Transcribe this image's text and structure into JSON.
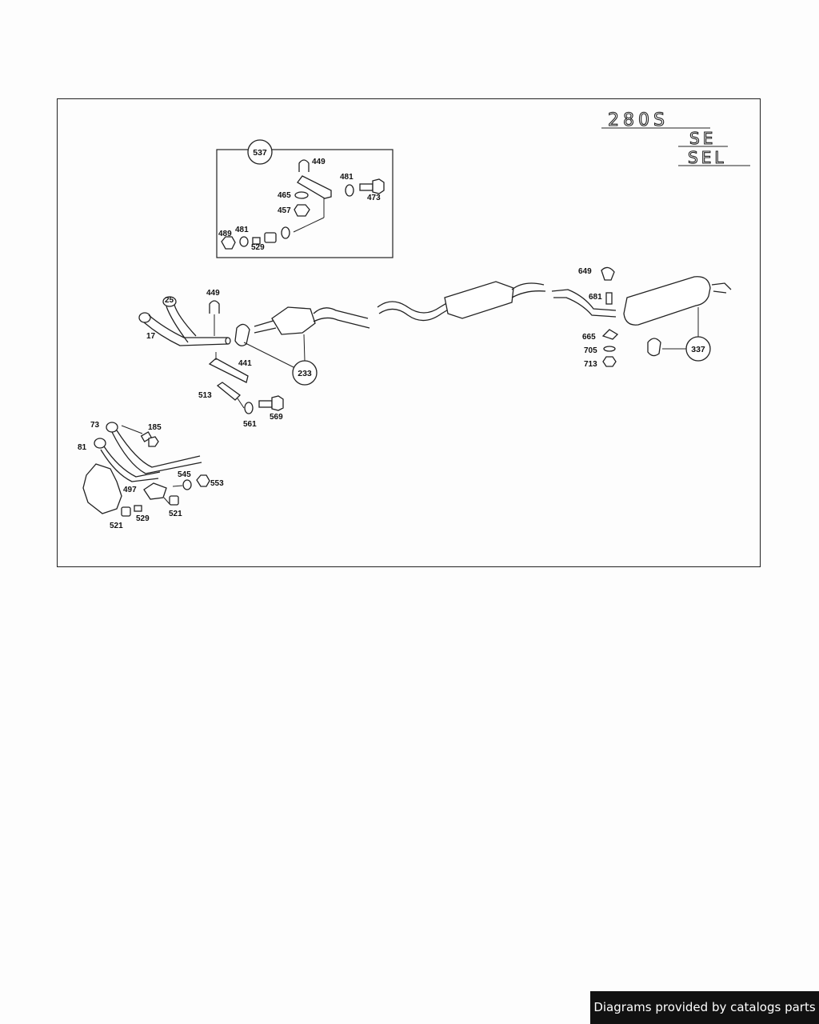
{
  "model": {
    "line1": "280S",
    "line2": "SE",
    "line3": "SEL"
  },
  "callouts": {
    "c537": "537",
    "c233": "233",
    "c337": "337"
  },
  "parts": {
    "p449a": "449",
    "p481a": "481",
    "p473": "473",
    "p465": "465",
    "p457": "457",
    "p489": "489",
    "p481b": "481",
    "p529a": "529",
    "p25": "25",
    "p449b": "449",
    "p17": "17",
    "p441": "441",
    "p513": "513",
    "p561": "561",
    "p569": "569",
    "p73": "73",
    "p185": "185",
    "p81": "81",
    "p497": "497",
    "p545": "545",
    "p553": "553",
    "p521a": "521",
    "p529b": "529",
    "p521b": "521",
    "p649": "649",
    "p681": "681",
    "p665": "665",
    "p705": "705",
    "p713": "713"
  },
  "footer": {
    "text": "Diagrams provided by catalogs parts"
  }
}
